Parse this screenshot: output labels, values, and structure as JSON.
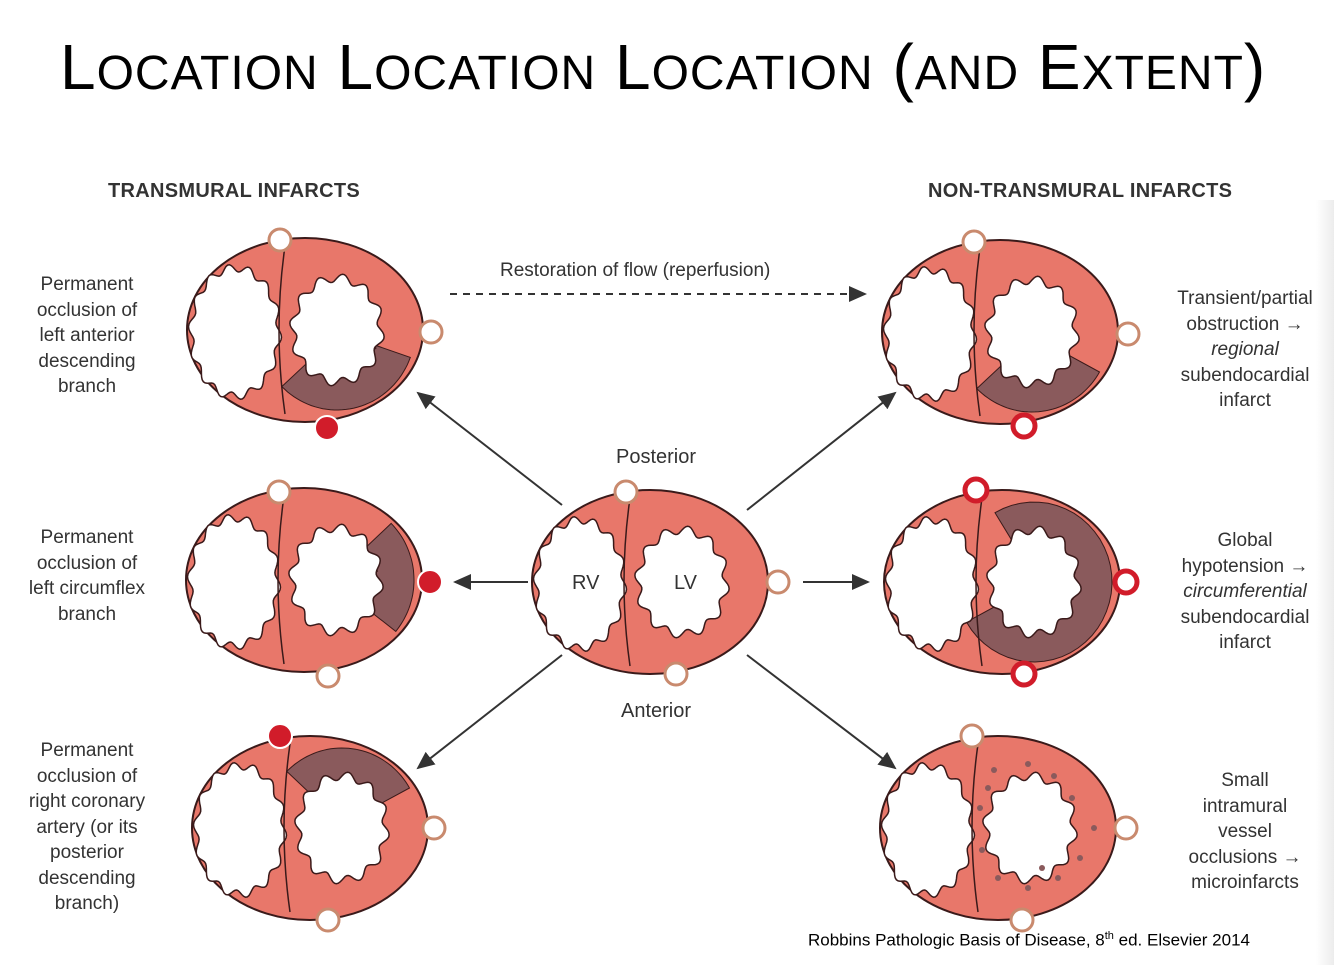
{
  "title": {
    "c1": "L",
    "r1": "OCATION",
    "c2": "L",
    "r2": "OCATION",
    "c3": "L",
    "r3": "OCATION",
    "open": "(",
    "r4": "AND",
    "c5": "E",
    "r5": "XTENT",
    "close": ")"
  },
  "headers": {
    "left": "TRANSMURAL INFARCTS",
    "right": "NON-TRANSMURAL INFARCTS"
  },
  "reperfusion_label": "Restoration of flow (reperfusion)",
  "center": {
    "posterior": "Posterior",
    "anterior": "Anterior",
    "rv": "RV",
    "lv": "LV"
  },
  "left_labels": {
    "lad": [
      "Permanent",
      "occlusion of",
      "left anterior",
      "descending",
      "branch"
    ],
    "lcx": [
      "Permanent",
      "occlusion of",
      "left circumflex",
      "branch"
    ],
    "rca": [
      "Permanent",
      "occlusion of",
      "right coronary",
      "artery (or its",
      "posterior",
      "descending",
      "branch)"
    ]
  },
  "right_labels": {
    "regional": [
      "Transient/partial",
      "obstruction →",
      "regional",
      "subendocardial",
      "infarct"
    ],
    "global": [
      "Global",
      "hypotension →",
      "circumferential",
      "subendocardial",
      "infarct"
    ],
    "micro": [
      "Small",
      "intramural",
      "vessel",
      "occlusions →",
      "microinfarcts"
    ]
  },
  "citation": {
    "text": "Robbins Pathologic Basis of Disease, 8",
    "sup": "th",
    "after": " ed. Elsevier 2014"
  },
  "colors": {
    "myocardium": "#e8776a",
    "infarct": "#8a5a5c",
    "occluded": "#d11c2a",
    "vessel": "#c98a6e",
    "outline": "#3a1a1a"
  }
}
